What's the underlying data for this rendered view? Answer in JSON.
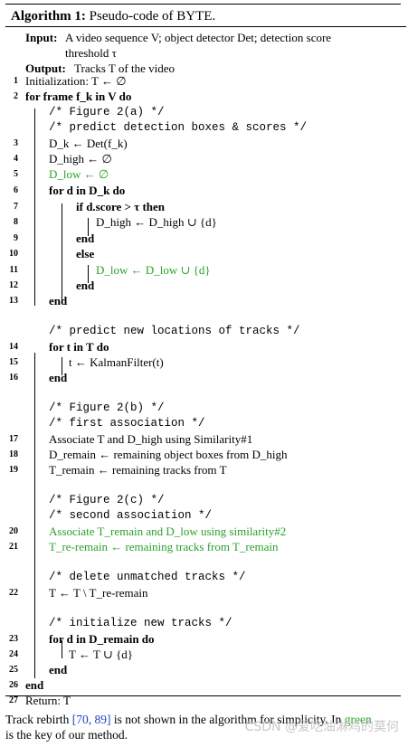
{
  "title": {
    "label": "Algorithm 1:",
    "text": "Pseudo-code of BYTE."
  },
  "input": {
    "label": "Input:",
    "text": "A video sequence V; object detector Det; detection score",
    "text2": "threshold τ"
  },
  "output": {
    "label": "Output:",
    "text": "Tracks T of the video"
  },
  "lines": [
    {
      "n": "1",
      "t": "Initialization: T ← ∅"
    },
    {
      "n": "2",
      "t": "for frame f_k in V do"
    },
    {
      "n": "",
      "t": "/* Figure 2(a) */"
    },
    {
      "n": "",
      "t": "/* predict detection boxes & scores */"
    },
    {
      "n": "3",
      "t": "D_k ← Det(f_k)"
    },
    {
      "n": "4",
      "t": "D_high ← ∅"
    },
    {
      "n": "5",
      "t": "D_low ← ∅"
    },
    {
      "n": "6",
      "t": "for d in D_k do"
    },
    {
      "n": "7",
      "t": "if d.score > τ then"
    },
    {
      "n": "8",
      "t": "D_high ← D_high ∪ {d}"
    },
    {
      "n": "9",
      "t": "end"
    },
    {
      "n": "10",
      "t": "else"
    },
    {
      "n": "11",
      "t": "D_low ← D_low ∪ {d}"
    },
    {
      "n": "12",
      "t": "end"
    },
    {
      "n": "13",
      "t": "end"
    },
    {
      "n": "",
      "t": "/* predict new locations of tracks */"
    },
    {
      "n": "14",
      "t": "for t in T do"
    },
    {
      "n": "15",
      "t": "t ← KalmanFilter(t)"
    },
    {
      "n": "16",
      "t": "end"
    },
    {
      "n": "",
      "t": "/* Figure 2(b) */"
    },
    {
      "n": "",
      "t": "/* first association */"
    },
    {
      "n": "17",
      "t": "Associate T and D_high using Similarity#1"
    },
    {
      "n": "18",
      "t": "D_remain ← remaining object boxes from D_high"
    },
    {
      "n": "19",
      "t": "T_remain ← remaining tracks from T"
    },
    {
      "n": "",
      "t": "/* Figure 2(c) */"
    },
    {
      "n": "",
      "t": "/* second association */"
    },
    {
      "n": "20",
      "t": "Associate T_remain and D_low using similarity#2"
    },
    {
      "n": "21",
      "t": "T_re-remain ← remaining tracks from T_remain"
    },
    {
      "n": "",
      "t": "/* delete unmatched tracks */"
    },
    {
      "n": "22",
      "t": "T ← T \\ T_re-remain"
    },
    {
      "n": "",
      "t": "/* initialize new tracks */"
    },
    {
      "n": "23",
      "t": "for d in D_remain do"
    },
    {
      "n": "24",
      "t": "T ← T ∪ {d}"
    },
    {
      "n": "25",
      "t": "end"
    },
    {
      "n": "26",
      "t": "end"
    },
    {
      "n": "27",
      "t": "Return: T"
    }
  ],
  "caption": {
    "line1_a": "Track rebirth ",
    "cite": "[70, 89]",
    "line1_b": " is not shown in the algorithm for simplicity. In ",
    "green_word": "green",
    "line2": "is the key of our method."
  },
  "watermark": "CSDN @爱吃油淋鸡的莫何",
  "colors": {
    "highlight": "#2aa12a",
    "citation": "#1f3fbf"
  }
}
